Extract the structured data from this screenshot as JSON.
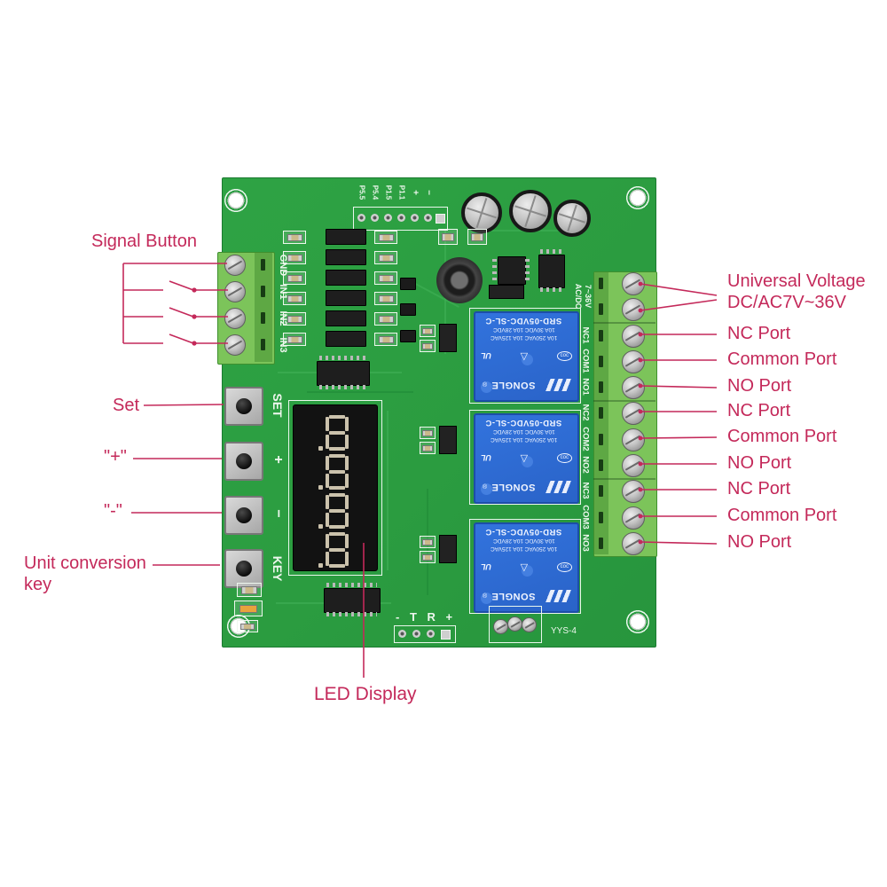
{
  "colors": {
    "annotation": "#c4295a",
    "board_green": "#2ba03f",
    "terminal_green": "#7cc45a",
    "relay_blue": "#2e6cd6",
    "silkscreen": "#eef7ee"
  },
  "left_labels": {
    "signal_button": "Signal Button",
    "set": "Set",
    "plus": "\"+\"",
    "minus": "\"-\"",
    "unit_conversion": "Unit conversion key",
    "led_display": "LED Display"
  },
  "right_labels": {
    "power_line1": "Universal Voltage",
    "power_line2": "DC/AC7V~36V",
    "ports": [
      "NC Port",
      "Common Port",
      "NO Port",
      "NC Port",
      "Common Port",
      "NO Port",
      "NC Port",
      "Common Port",
      "NO Port"
    ]
  },
  "board": {
    "input_terminal_labels": [
      "GND",
      "IN1",
      "IN2",
      "IN3"
    ],
    "header_labels": [
      "P5.5",
      "P5.4",
      "P1.5",
      "P1.1",
      "+",
      "−"
    ],
    "button_labels": [
      "SET",
      "+",
      "−",
      "KEY"
    ],
    "power_label_line1": "AC/DC",
    "power_label_line2": "7~36V",
    "relay_port_labels": [
      "NC1",
      "COM1",
      "NO1",
      "NC2",
      "COM2",
      "NO2",
      "NC3",
      "COM3",
      "NO3"
    ],
    "bottom_header_label": "- T R +",
    "model": "YYS-4",
    "relay": {
      "model": "SRD-05VDC-SL-C",
      "rating_dc": "10A 30VDC 10A 28VDC",
      "rating_ac": "10A 250VAC 10A 125VAC",
      "brand": "SONGLE",
      "reg": "®",
      "marks": {
        "coc": "coc",
        "triangle": "▽",
        "ul": "UL"
      }
    }
  }
}
